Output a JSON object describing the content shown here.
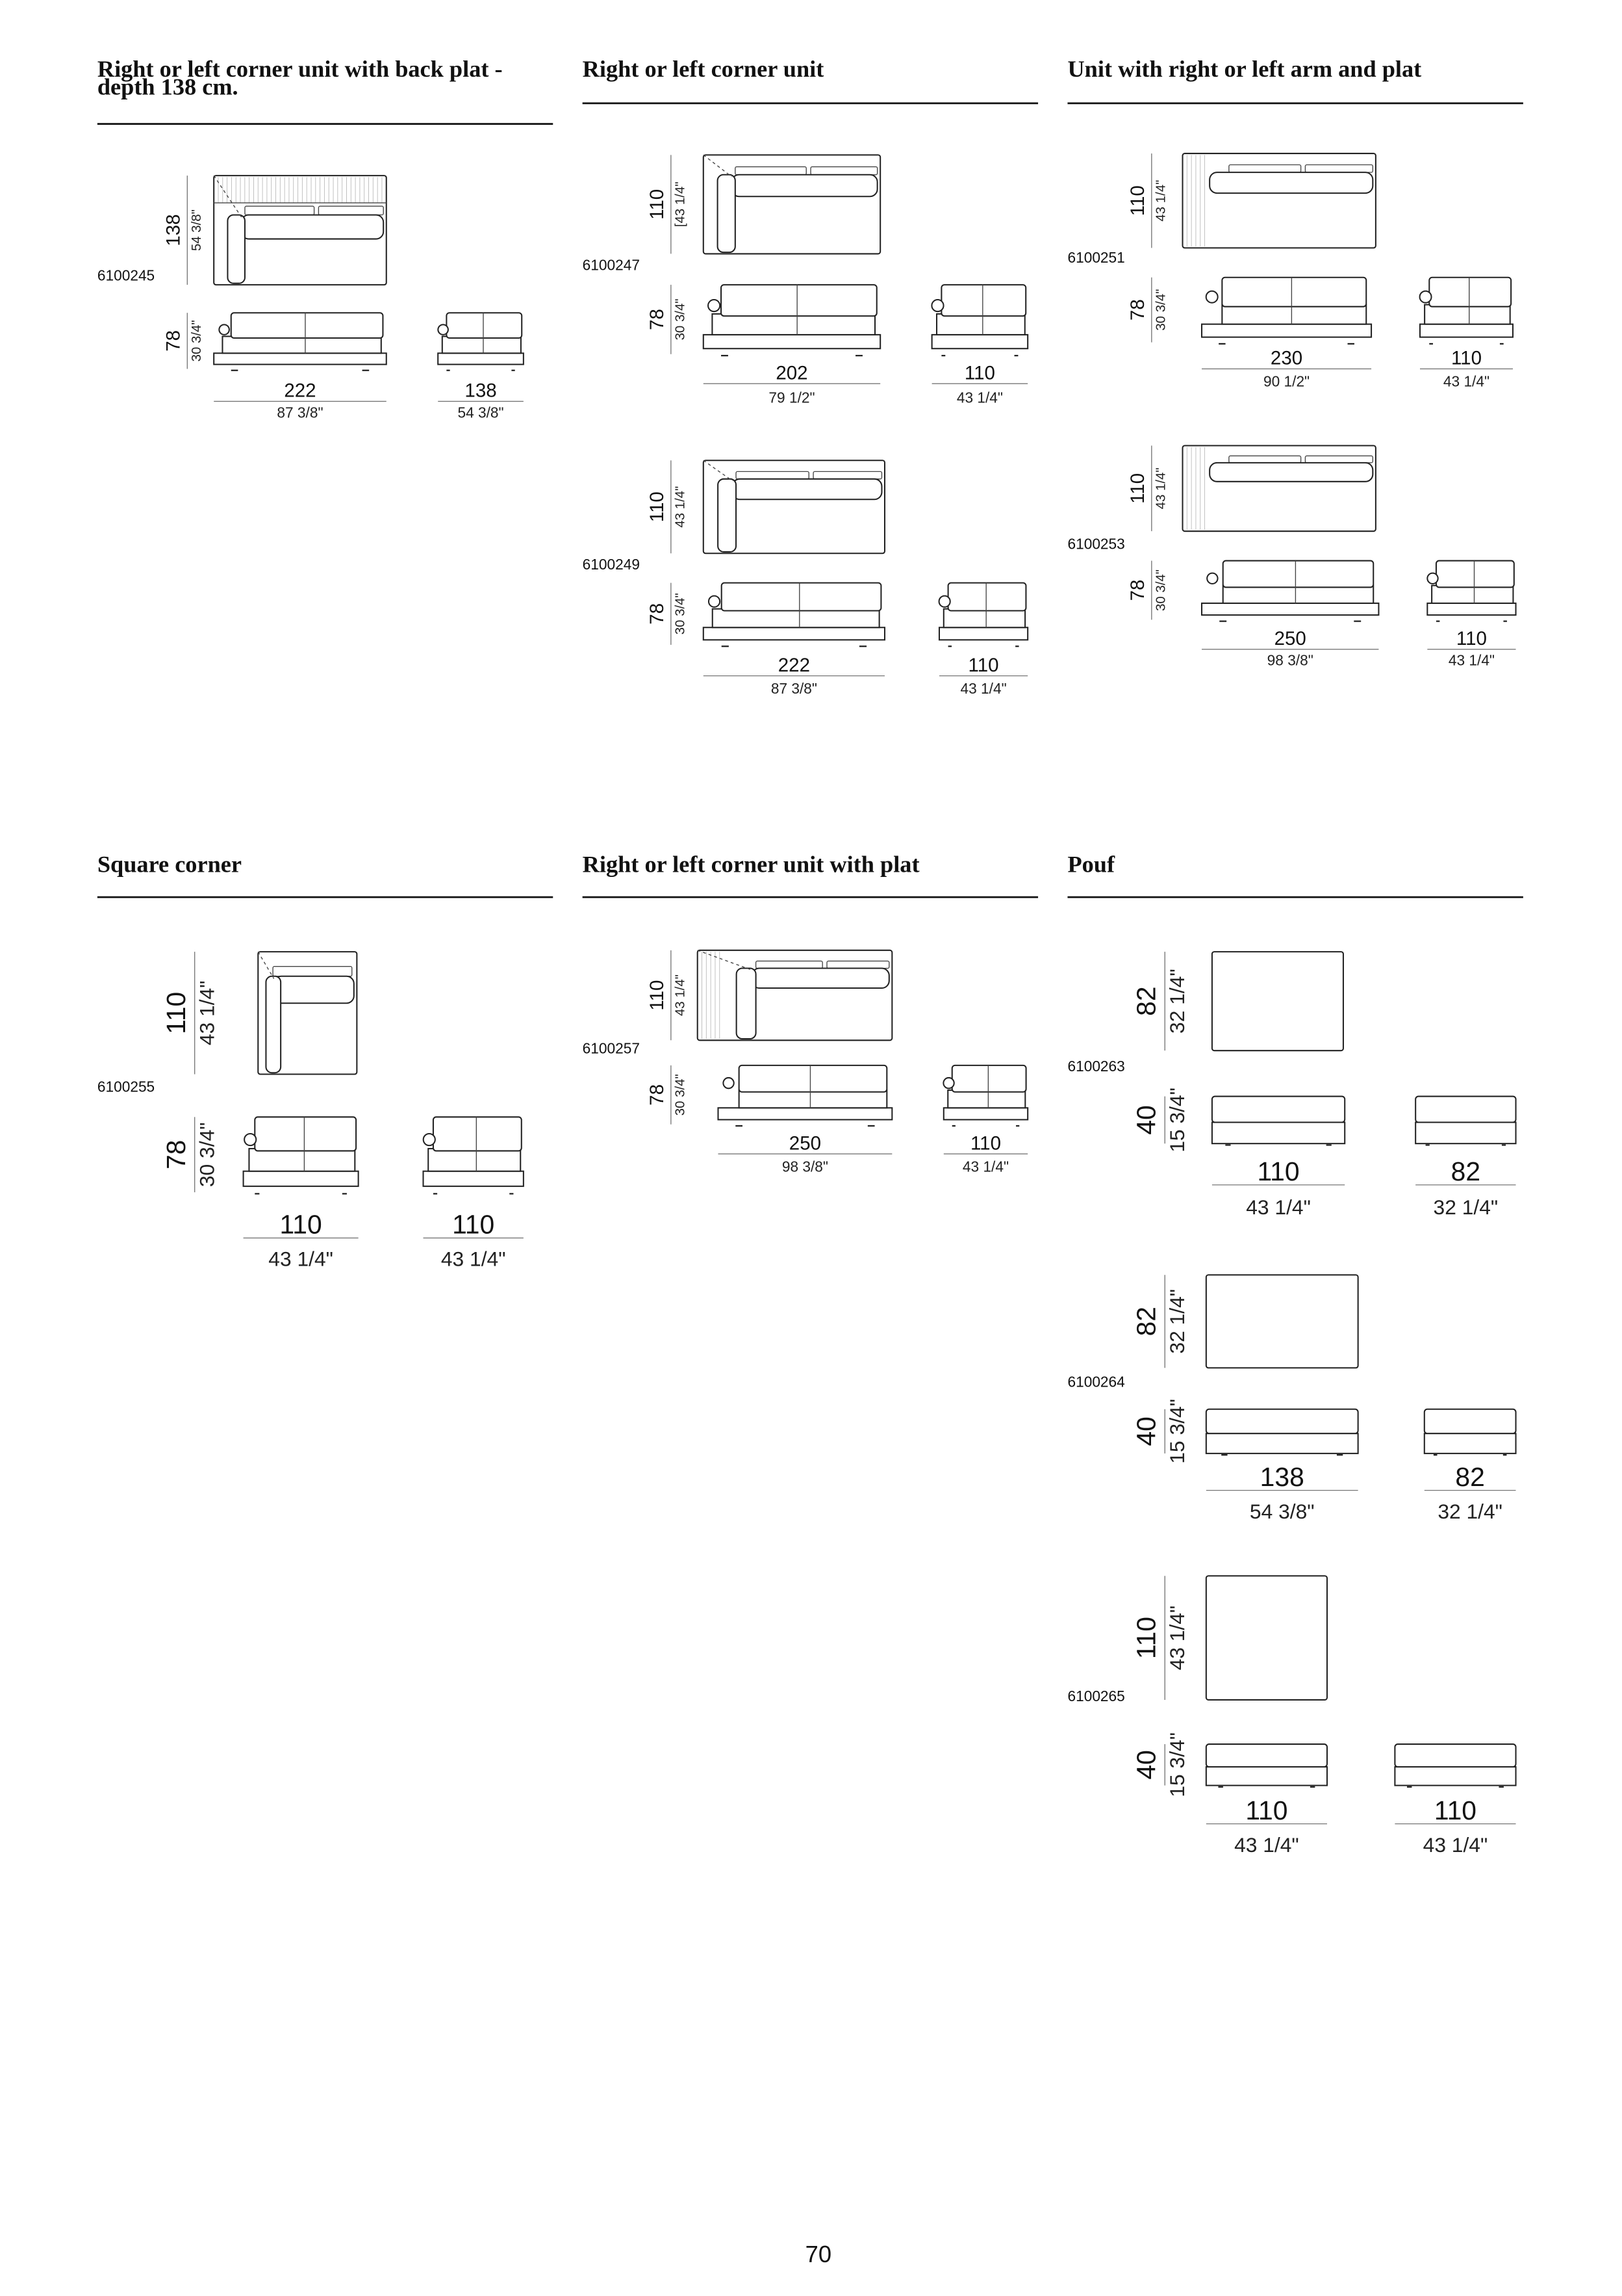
{
  "page_number": "70",
  "sections": [
    {
      "title_lines": [
        "Right or left corner unit with back plat -",
        "depth 138 cm."
      ],
      "modules": [
        {
          "code": "6100245",
          "depth": {
            "cm": "138",
            "in": "54 3/8\""
          },
          "height": {
            "cm": "78",
            "in": "30 3/4\""
          },
          "width": {
            "cm": "222",
            "in": "87 3/8\""
          },
          "side": {
            "cm": "138",
            "in": "54 3/8\""
          }
        }
      ]
    },
    {
      "title_lines": [
        "Right or left corner unit"
      ],
      "modules": [
        {
          "code": "6100247",
          "depth": {
            "cm": "110",
            "in": "[43 1/4\""
          },
          "height": {
            "cm": "78",
            "in": "30 3/4\""
          },
          "width": {
            "cm": "202",
            "in": "79 1/2\""
          },
          "side": {
            "cm": "110",
            "in": "43 1/4\""
          }
        },
        {
          "code": "6100249",
          "depth": {
            "cm": "110",
            "in": "43 1/4\""
          },
          "height": {
            "cm": "78",
            "in": "30 3/4\""
          },
          "width": {
            "cm": "222",
            "in": "87 3/8\""
          },
          "side": {
            "cm": "110",
            "in": "43 1/4\""
          }
        }
      ]
    },
    {
      "title_lines": [
        "Unit with right or left arm and plat"
      ],
      "modules": [
        {
          "code": "6100251",
          "depth": {
            "cm": "110",
            "in": "43 1/4\""
          },
          "height": {
            "cm": "78",
            "in": "30 3/4\""
          },
          "width": {
            "cm": "230",
            "in": "90 1/2\""
          },
          "side": {
            "cm": "110",
            "in": "43 1/4\""
          }
        },
        {
          "code": "6100253",
          "depth": {
            "cm": "110",
            "in": "43 1/4\""
          },
          "height": {
            "cm": "78",
            "in": "30 3/4\""
          },
          "width": {
            "cm": "250",
            "in": "98 3/8\""
          },
          "side": {
            "cm": "110",
            "in": "43 1/4\""
          }
        }
      ]
    },
    {
      "title_lines": [
        "Square corner"
      ],
      "modules": [
        {
          "code": "6100255",
          "depth": {
            "cm": "110",
            "in": "43 1/4\""
          },
          "height": {
            "cm": "78",
            "in": "30 3/4\""
          },
          "width": {
            "cm": "110",
            "in": "43 1/4\""
          },
          "side": {
            "cm": "110",
            "in": "43 1/4\""
          }
        }
      ]
    },
    {
      "title_lines": [
        "Right or left corner unit with plat"
      ],
      "modules": [
        {
          "code": "6100257",
          "depth": {
            "cm": "110",
            "in": "43 1/4\""
          },
          "height": {
            "cm": "78",
            "in": "30 3/4\""
          },
          "width": {
            "cm": "250",
            "in": "98 3/8\""
          },
          "side": {
            "cm": "110",
            "in": "43 1/4\""
          }
        }
      ]
    },
    {
      "title_lines": [
        "Pouf"
      ],
      "modules": [
        {
          "code": "6100263",
          "depth": {
            "cm": "82",
            "in": "32 1/4\""
          },
          "height": {
            "cm": "40",
            "in": "15 3/4\""
          },
          "width": {
            "cm": "110",
            "in": "43 1/4\""
          },
          "side": {
            "cm": "82",
            "in": "32 1/4\""
          }
        },
        {
          "code": "6100264",
          "depth": {
            "cm": "82",
            "in": "32 1/4\""
          },
          "height": {
            "cm": "40",
            "in": "15 3/4\""
          },
          "width": {
            "cm": "138",
            "in": "54 3/8\""
          },
          "side": {
            "cm": "82",
            "in": "32 1/4\""
          }
        },
        {
          "code": "6100265",
          "depth": {
            "cm": "110",
            "in": "43 1/4\""
          },
          "height": {
            "cm": "40",
            "in": "15 3/4\""
          },
          "width": {
            "cm": "110",
            "in": "43 1/4\""
          },
          "side": {
            "cm": "110",
            "in": "43 1/4\""
          }
        }
      ]
    }
  ]
}
